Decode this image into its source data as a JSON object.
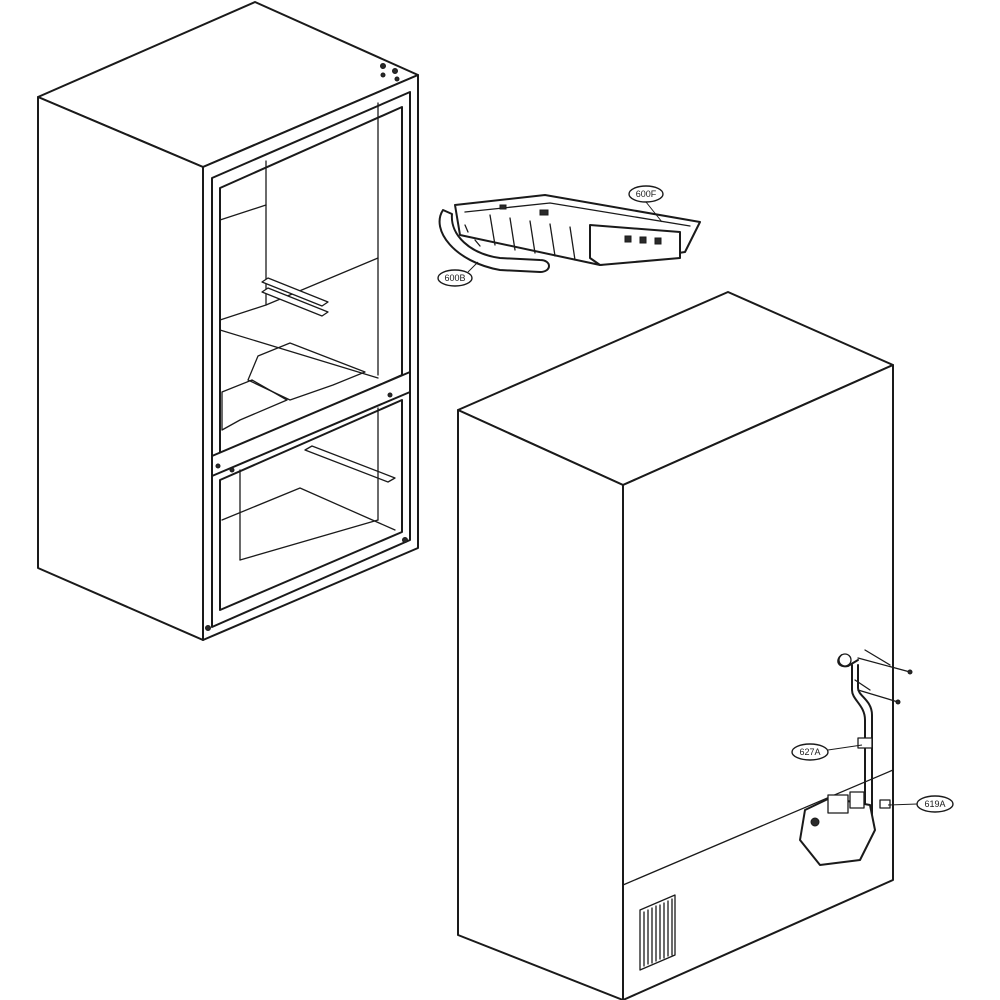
{
  "callouts": {
    "c600F": "600F",
    "c600B": "600B",
    "c627A": "627A",
    "c619A": "619A"
  },
  "colors": {
    "line": "#1a1a1a",
    "background": "#ffffff"
  }
}
